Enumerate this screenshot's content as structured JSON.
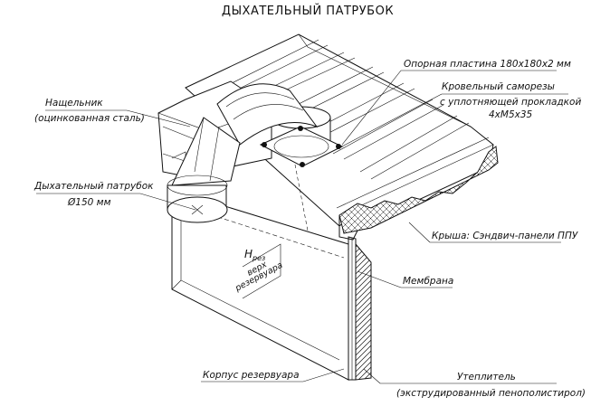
{
  "title": "ДЫХАТЕЛЬНЫЙ ПАТРУБОК",
  "labels": {
    "support_plate": "Опорная пластина 180х180х2 мм",
    "screws_line1": "Кровельный саморезы",
    "screws_line2": "с уплотняющей прокладкой",
    "screws_line3": "4хМ5х35",
    "flashing_line1": "Нащельник",
    "flashing_line2": "(оцинкованная сталь)",
    "pipe_line1": "Дыхательный патрубок",
    "pipe_line2": "Ø150 мм",
    "roof": "Крыша: Сэндвич-панели ППУ",
    "membrane": "Мембрана",
    "tank_body": "Корпус резервуара",
    "insulation_line1": "Утеплитель",
    "insulation_line2": "(экструдированный пенополистирол)",
    "h_symbol": "Н",
    "h_subscript": "рез",
    "h_note_line1": "верх",
    "h_note_line2": "резервуара"
  }
}
